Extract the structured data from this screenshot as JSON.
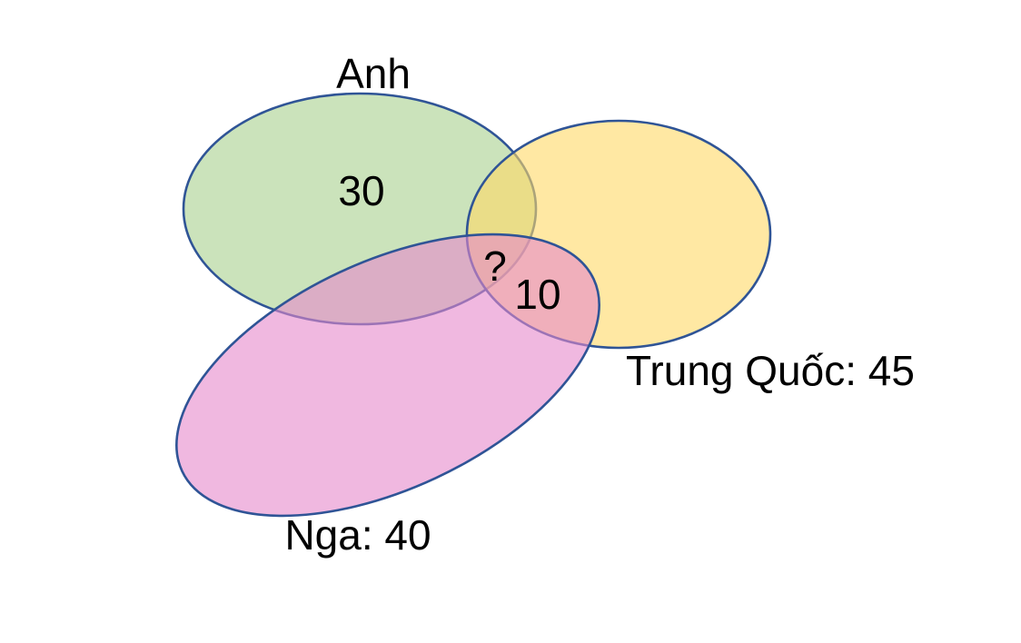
{
  "page": {
    "background_color": "#ffffff"
  },
  "diagram": {
    "type": "venn",
    "stroke_color": "#2F5496",
    "text_color": "#000000",
    "sets": [
      {
        "id": "anh",
        "label": "Anh",
        "color": "#A9D18E",
        "region_value": "30"
      },
      {
        "id": "trung-quoc",
        "label": "Trung Quốc: 45",
        "color": "#FFD966"
      },
      {
        "id": "nga",
        "label": "Nga: 40",
        "color": "#E689CB"
      }
    ],
    "overlaps": [
      {
        "id": "nga-trungquoc",
        "sets": [
          "Nga",
          "Trung Quốc"
        ],
        "value": "10"
      },
      {
        "id": "anh-nga-trungquoc",
        "sets": [
          "Anh",
          "Nga",
          "Trung Quốc"
        ],
        "value": "?"
      }
    ]
  }
}
